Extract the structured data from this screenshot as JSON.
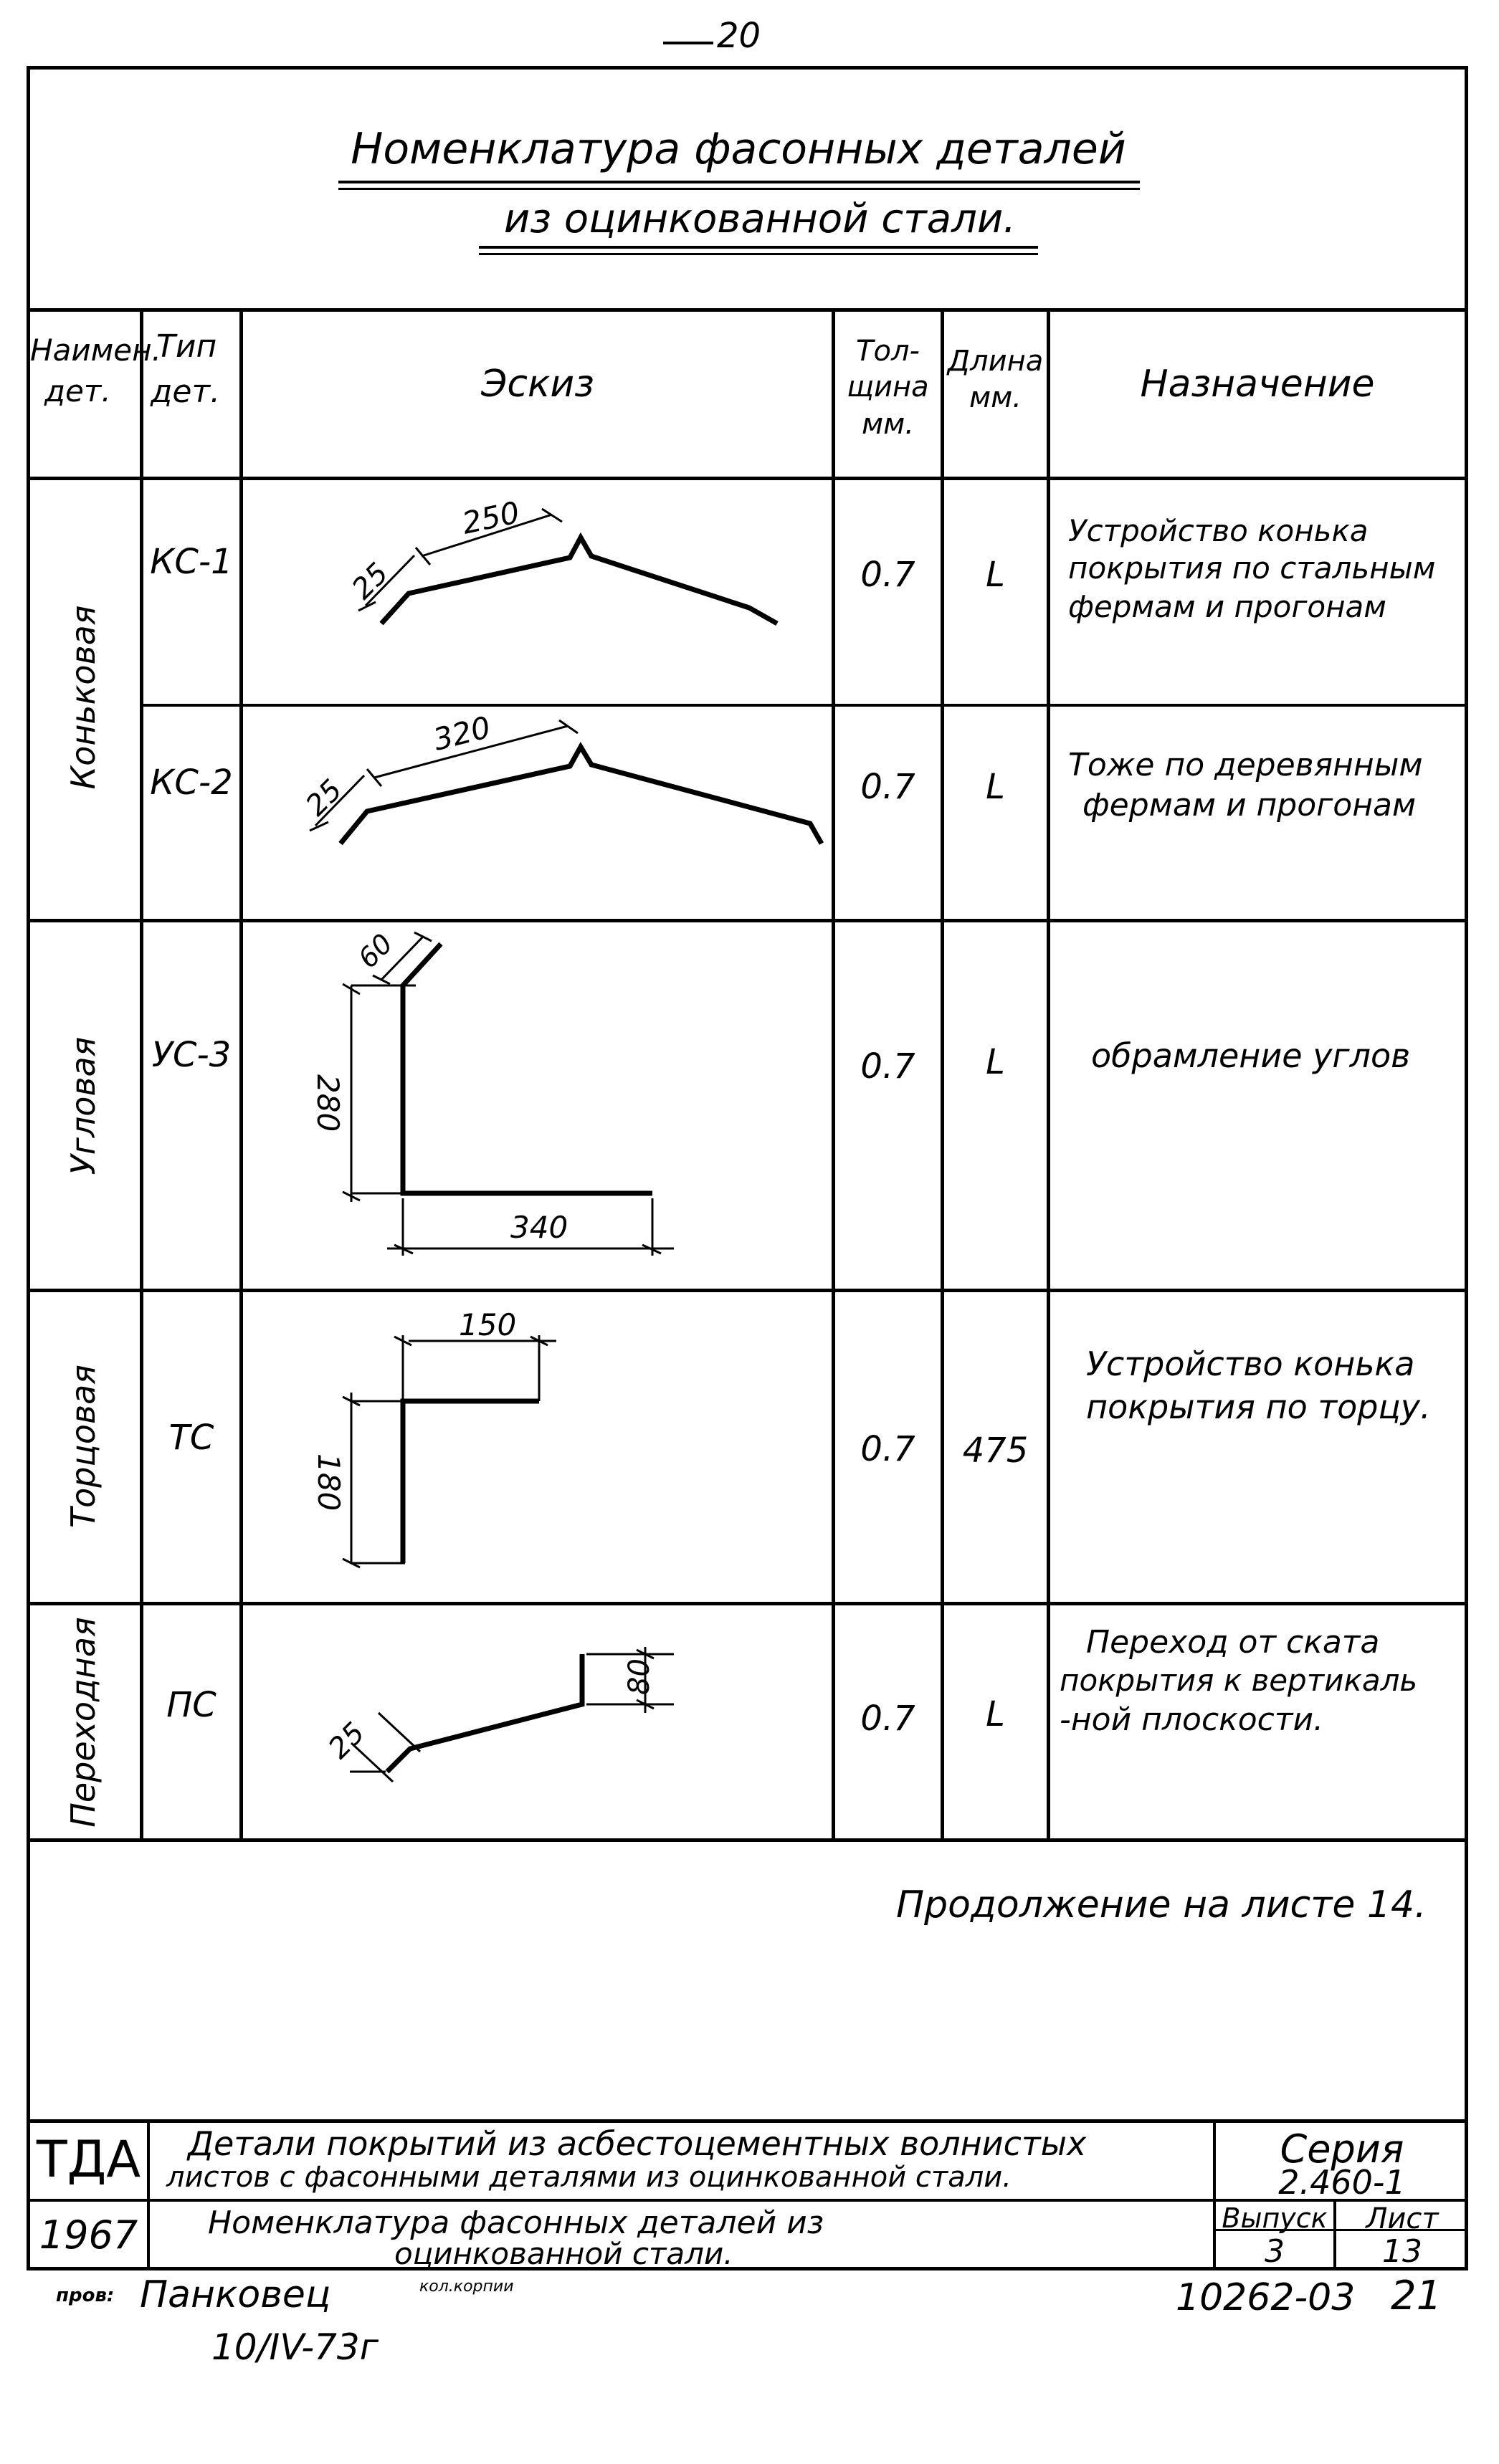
{
  "page": {
    "page_number": "20",
    "title_line1": "Номенклатура фасонных деталей",
    "title_line2": "из оцинкованной стали."
  },
  "table": {
    "headers": {
      "name": [
        "Наимен.",
        "дет."
      ],
      "type": [
        "Тип",
        "дет."
      ],
      "sketch": "Эскиз",
      "thickness": [
        "Тол-",
        "щина",
        "мм."
      ],
      "length": [
        "Длина",
        "мм."
      ],
      "purpose": "Назначение"
    },
    "groups": [
      {
        "name": "Коньковая"
      },
      {
        "name": "Угловая"
      },
      {
        "name": "Торцовая"
      },
      {
        "name": "Переходная"
      }
    ],
    "rows": [
      {
        "type": "КС-1",
        "thickness": "0.7",
        "length": "L",
        "purpose": [
          "Устройство конька",
          "покрытия по стальным",
          "фермам и прогонам"
        ],
        "dims": [
          "25",
          "250"
        ]
      },
      {
        "type": "КС-2",
        "thickness": "0.7",
        "length": "L",
        "purpose": [
          "Тоже по деревянным",
          "фермам и прогонам"
        ],
        "dims": [
          "25",
          "320"
        ]
      },
      {
        "type": "УС-3",
        "thickness": "0.7",
        "length": "L",
        "purpose": [
          "обрамление углов"
        ],
        "dims": [
          "60",
          "280",
          "340"
        ]
      },
      {
        "type": "ТС",
        "thickness": "0.7",
        "length": "475",
        "purpose": [
          "Устройство конька",
          "покрытия по торцу."
        ],
        "dims": [
          "150",
          "180"
        ]
      },
      {
        "type": "ПС",
        "thickness": "0.7",
        "length": "L",
        "purpose": [
          "Переход от ската",
          "покрытия к вертикаль",
          "-ной плоскости."
        ],
        "dims": [
          "25",
          "80"
        ]
      }
    ],
    "continuation": "Продолжение на листе 14."
  },
  "title_block": {
    "org": "ТДА",
    "description_line1": "Детали покрытий из асбестоцементных волнистых",
    "description_line2": "листов с фасонными деталями из оцинкованной стали.",
    "series_label": "Серия",
    "series_value": "2.460-1",
    "year": "1967",
    "sheet_title_line1": "Номенклатура фасонных деталей из",
    "sheet_title_line2": "оцинкованной стали.",
    "issue_label": "Выпуск",
    "issue_value": "3",
    "sheet_label": "Лист",
    "sheet_value": "13"
  },
  "footer": {
    "checked_label": "пров:",
    "checked_name": "Панковец",
    "checked_note": "кол.корпии",
    "checked_date": "10/IV-73г",
    "doc_number": "10262-03",
    "page_total": "21"
  }
}
